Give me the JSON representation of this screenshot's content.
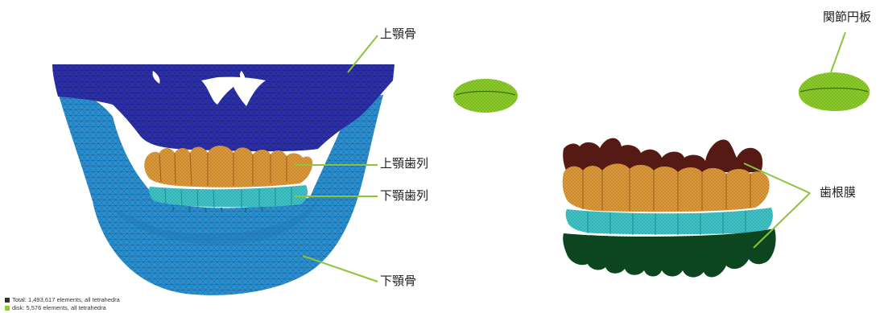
{
  "labels": {
    "maxilla": "上顎骨",
    "upper_dentition": "上顎歯列",
    "lower_dentition": "下顎歯列",
    "mandible": "下顎骨",
    "articular_disc": "関節円板",
    "periodontal_ligament": "歯根膜"
  },
  "legend": [
    {
      "text": "Total: 1,493,617 elements, all tetrahedra",
      "color": "#333333"
    },
    {
      "text": "disk: 5,576 elements, all tetrahedra",
      "color": "#8ccf2a"
    }
  ],
  "colors": {
    "maxilla": "#2b2fa8",
    "mandible": "#2a8fd0",
    "upper_teeth": "#e09a3a",
    "lower_teeth": "#3fc6c8",
    "disc": "#8ccf2a",
    "ligament_upper": "#5a1c14",
    "ligament_lower": "#0d4a22",
    "leader": "#8cc43c"
  }
}
